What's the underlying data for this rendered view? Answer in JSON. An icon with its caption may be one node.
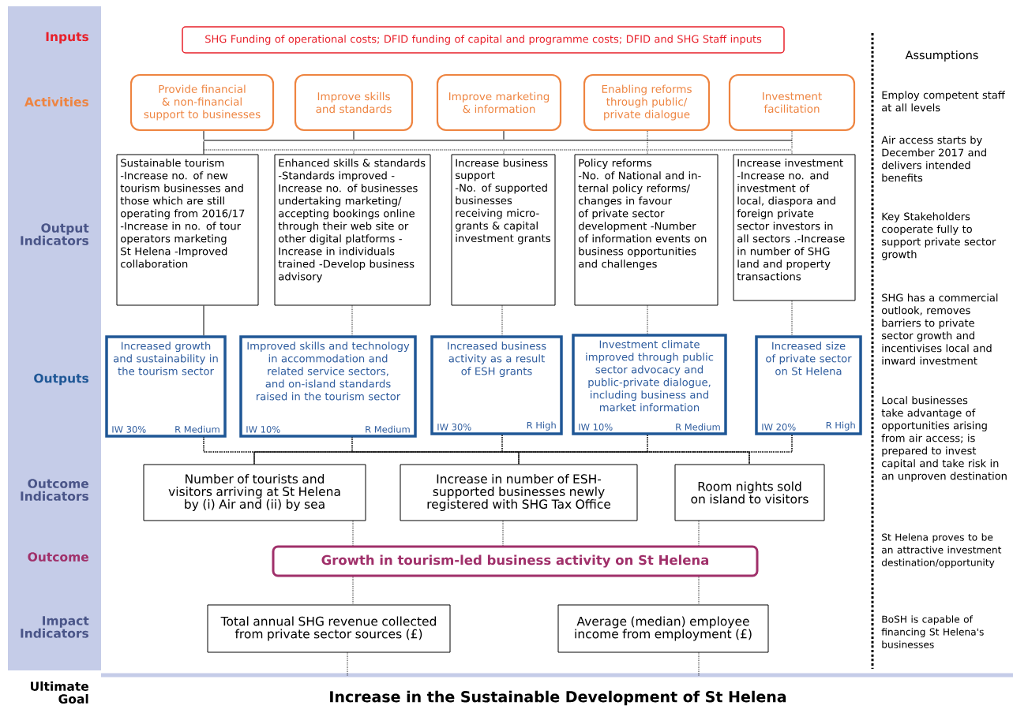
{
  "diagram": {
    "nodes": [
      {
        "text": [
          "SHG Funding of operational costs; DFID funding of capital and programme costs; DFID and SHG Staff inputs"
        ]
      },
      {
        "text": [
          "Provide financial & non-financial support to businesses"
        ]
      },
      {
        "text": [
          "Improve skills and standards"
        ]
      },
      {
        "text": [
          "Improve marketing & information"
        ]
      },
      {
        "text": [
          "Enabling reforms through public/ private dialogue"
        ]
      },
      {
        "text": [
          "Investment facilitation"
        ]
      },
      {
        "text": [
          "Sustainable tourism",
          "-Increase no. of new tourism businesses and those which are still operating from 2016/17 -Increase in no. of tour operators marketing St Helena -Improved collaboration"
        ]
      },
      {
        "text": [
          "Enhanced skills & standards",
          "-Standards improved -Increase no. of businesses undertaking marketing/ accepting bookings online through their web site or other digital platforms -Increase in individuals trained -Develop business advisory"
        ]
      },
      {
        "text": [
          "Increase business support",
          "-No. of supported businesses receiving micro-grants & capital investment grants"
        ]
      },
      {
        "text": [
          "Policy reforms",
          "-No. of National and in-ternal policy reforms/ changes in favour of private sector development -Number of information events on business opportunities and challenges"
        ]
      },
      {
        "text": [
          "Increase investment",
          "-Increase no. and investment of local, diaspora and foreign private sector investors in all sectors .-Increase in number of SHG land and property transactions"
        ]
      },
      {
        "text": [
          "Increased growth and sustainability in the tourism sector",
          "IW 30%",
          "R Medium"
        ]
      },
      {
        "text": [
          "Improved skills and technology in accommodation and related service sectors, and on-island standards raised in the tourism sector",
          "IW 10%",
          "R Medium"
        ]
      },
      {
        "text": [
          "Increased business activity as a result of ESH grants",
          "IW 30%",
          "R High"
        ]
      },
      {
        "text": [
          "Investment climate improved through public sector advocacy and public-private dialogue, including business and market information",
          "IW 10%",
          "R Medium"
        ]
      },
      {
        "text": [
          "Increased size of private sector on St Helena",
          "IW 20%",
          "R High"
        ]
      },
      {
        "text": [
          "Number of tourists and visitors arriving at St Helena by (i) Air and (ii) by sea"
        ]
      },
      {
        "text": [
          "Increase in number of ESH-supported businesses newly registered with SHG Tax Office"
        ]
      },
      {
        "text": [
          "Room nights sold on island to visitors"
        ]
      },
      {
        "text": [
          "Growth in tourism-led business activity on St Helena"
        ]
      },
      {
        "text": [
          "Total annual SHG revenue collected from private sector sources (£)"
        ]
      },
      {
        "text": [
          "Average (median) employee income from employment (£)"
        ]
      },
      {
        "text": [
          "Increase in the Sustainable Development of St Helena"
        ]
      },
      {
        "text": [],
        "shape": "bar"
      },
      {
        "text": [],
        "shape": "bar"
      }
    ],
    "edges": [
      {
        "from": 1,
        "to": 23,
        "arrow": "none"
      },
      {
        "from": 2,
        "to": 23,
        "arrow": "none"
      },
      {
        "from": 3,
        "to": 23,
        "arrow": "none"
      },
      {
        "from": 23,
        "to": 6,
        "arrow": "none"
      },
      {
        "from": 4,
        "to": 24,
        "arrow": "none",
        "style": "dashed"
      },
      {
        "from": 5,
        "to": 24,
        "arrow": "none",
        "style": "dashed"
      },
      {
        "from": 24,
        "to": 7,
        "arrow": "none",
        "style": "dashed"
      },
      {
        "from": 24,
        "to": 8,
        "arrow": "none",
        "style": "dashed"
      },
      {
        "from": 24,
        "to": 9,
        "arrow": "none",
        "style": "dashed"
      },
      {
        "from": 24,
        "to": 10,
        "arrow": "none",
        "style": "dashed"
      },
      {
        "from": 6,
        "to": 11,
        "arrow": "none"
      },
      {
        "from": 7,
        "to": 12,
        "arrow": "none",
        "style": "dashed"
      },
      {
        "from": 8,
        "to": 13,
        "arrow": "none",
        "style": "dashed"
      },
      {
        "from": 9,
        "to": 14,
        "arrow": "none",
        "style": "dashed"
      },
      {
        "from": 10,
        "to": 15,
        "arrow": "none",
        "style": "dashed"
      },
      {
        "from": 11,
        "to": 16,
        "arrow": "none",
        "style": "dashed"
      },
      {
        "from": 11,
        "to": 17,
        "arrow": "none",
        "style": "dashed"
      },
      {
        "from": 11,
        "to": 18,
        "arrow": "none",
        "style": "dashed"
      },
      {
        "from": 12,
        "to": 16,
        "arrow": "none",
        "style": "dashed"
      },
      {
        "from": 12,
        "to": 17,
        "arrow": "none",
        "style": "dashed"
      },
      {
        "from": 12,
        "to": 18,
        "arrow": "none",
        "style": "dashed"
      },
      {
        "from": 13,
        "to": 16,
        "arrow": "none",
        "style": "dashed"
      },
      {
        "from": 13,
        "to": 17,
        "arrow": "none",
        "style": "dashed"
      },
      {
        "from": 13,
        "to": 18,
        "arrow": "none",
        "style": "dashed"
      },
      {
        "from": 14,
        "to": 16,
        "arrow": "none",
        "style": "dashed"
      },
      {
        "from": 14,
        "to": 17,
        "arrow": "none",
        "style": "dashed"
      },
      {
        "from": 14,
        "to": 18,
        "arrow": "none",
        "style": "dashed"
      },
      {
        "from": 15,
        "to": 16,
        "arrow": "none",
        "style": "dashed"
      },
      {
        "from": 15,
        "to": 17,
        "arrow": "none",
        "style": "dashed"
      },
      {
        "from": 15,
        "to": 18,
        "arrow": "none",
        "style": "dashed"
      },
      {
        "from": 16,
        "to": 19,
        "arrow": "none",
        "style": "dashed"
      },
      {
        "from": 17,
        "to": 19,
        "arrow": "none",
        "style": "dashed"
      },
      {
        "from": 18,
        "to": 19,
        "arrow": "none",
        "style": "dashed"
      },
      {
        "from": 19,
        "to": 20,
        "arrow": "none",
        "style": "dashed"
      },
      {
        "from": 19,
        "to": 21,
        "arrow": "none",
        "style": "dashed"
      },
      {
        "from": 20,
        "to": 22,
        "arrow": "none",
        "style": "dashed"
      },
      {
        "from": 21,
        "to": 22,
        "arrow": "none",
        "style": "dashed"
      }
    ],
    "labels": [
      "Inputs",
      "Activities",
      "Output Indicators",
      "Outputs",
      "Outcome Indicators",
      "Outcome",
      "Impact Indicators",
      "Ultimate Goal",
      "Assumptions",
      "Employ competent staff at all levels",
      "Air access starts by December 2017 and delivers intended benefits",
      "Key Stakeholders cooperate fully to support private sector growth",
      "SHG has a commercial outlook, removes barriers to private sector growth and incentivises local and inward investment",
      "Local businesses take advantage of opportunities arising from air access; is prepared to invest capital and take risk in an unproven destination",
      "St Helena proves to be an attractive investment destination/opportunity",
      "BoSH is capable of financing St Helena's businesses"
    ]
  }
}
